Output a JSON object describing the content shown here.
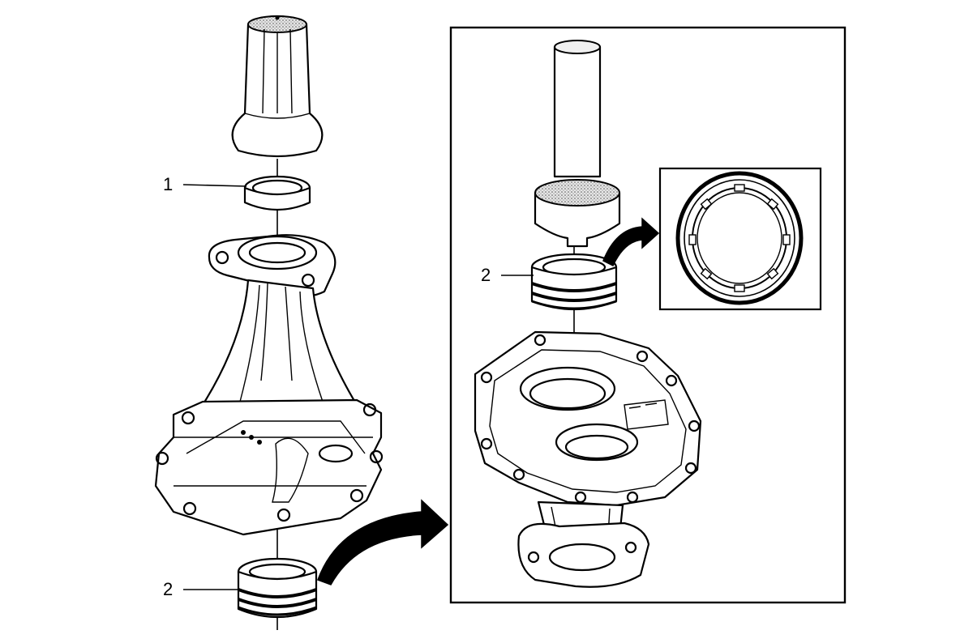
{
  "labels": {
    "callout_1": "1",
    "callout_2_left": "2",
    "callout_2_inset": "2"
  },
  "colors": {
    "ink": "#000000",
    "paper": "#ffffff",
    "stipple": "#bdbdbd"
  },
  "icons": {
    "arrow_main": "curved-arrow-right",
    "arrow_inset": "curved-arrow-right"
  }
}
